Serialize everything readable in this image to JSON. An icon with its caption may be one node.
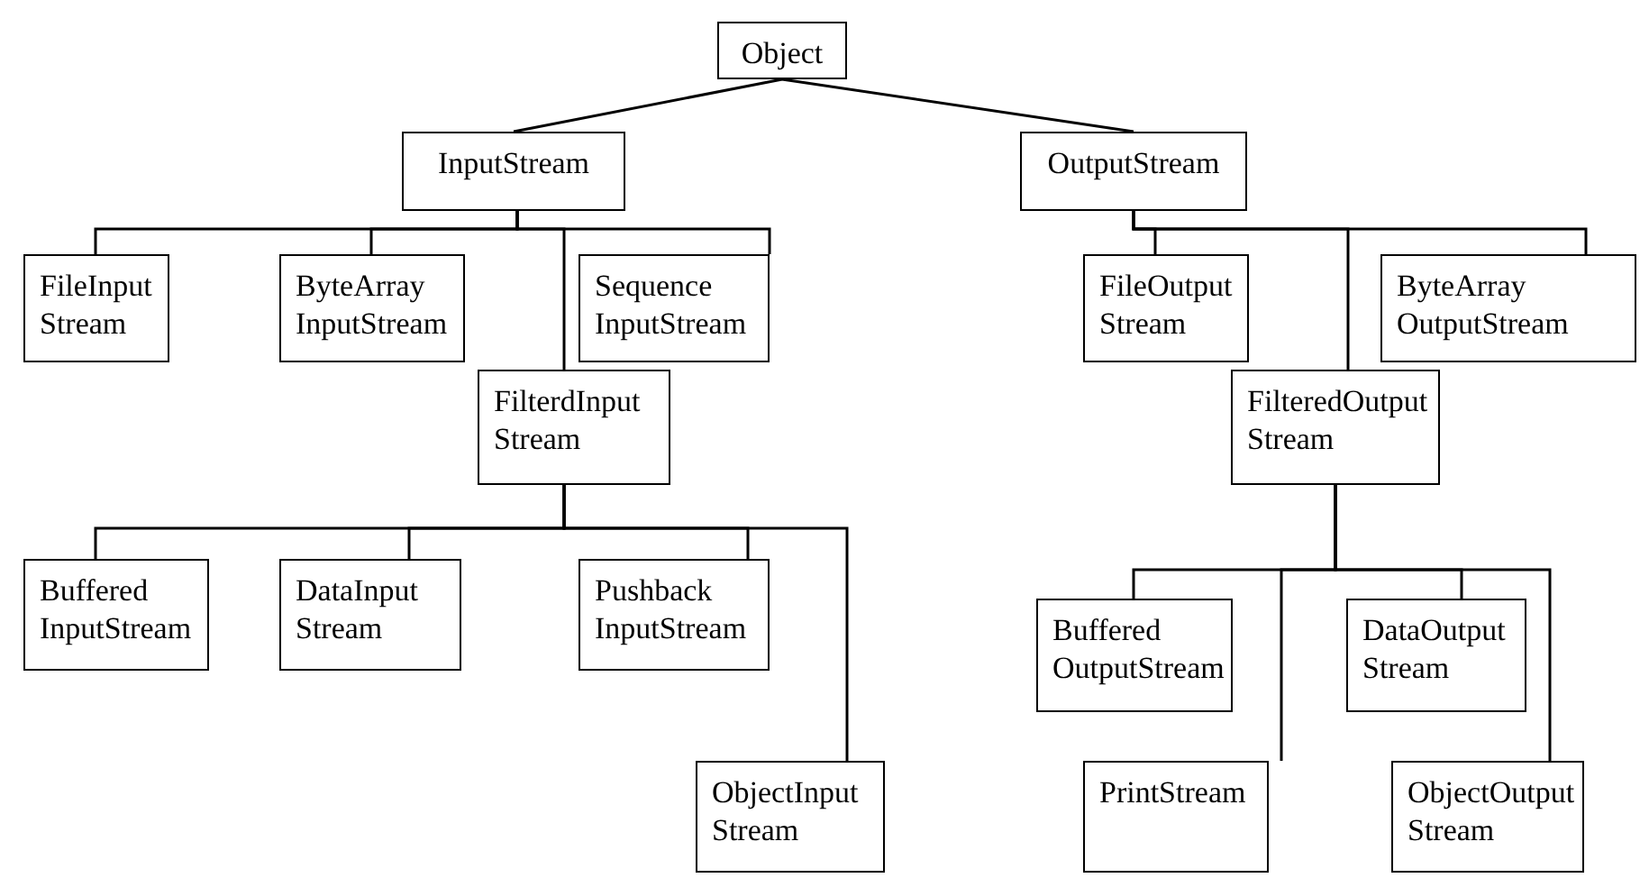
{
  "diagram": {
    "nodes": [
      {
        "text": [
          "Object"
        ]
      },
      {
        "text": [
          "InputStream"
        ]
      },
      {
        "text": [
          "OutputStream"
        ]
      },
      {
        "text": [
          "FileInput Stream"
        ]
      },
      {
        "text": [
          "ByteArray InputStream"
        ]
      },
      {
        "text": [
          "Sequence InputStream"
        ]
      },
      {
        "text": [
          "FileOutput Stream"
        ]
      },
      {
        "text": [
          "ByteArray OutputStream"
        ]
      },
      {
        "text": [
          "FilterdInput Stream"
        ]
      },
      {
        "text": [
          "FilteredOutput Stream"
        ]
      },
      {
        "text": [
          "Buffered InputStream"
        ]
      },
      {
        "text": [
          "DataInput Stream"
        ]
      },
      {
        "text": [
          "Pushback InputStream"
        ]
      },
      {
        "text": [
          "ObjectInput Stream"
        ]
      },
      {
        "text": [
          "Buffered OutputStream"
        ]
      },
      {
        "text": [
          "DataOutput Stream"
        ]
      },
      {
        "text": [
          "PrintStream"
        ]
      },
      {
        "text": [
          "ObjectOutput Stream"
        ]
      }
    ],
    "edges": [
      {
        "from": 0,
        "to": 1,
        "arrow": "none"
      },
      {
        "from": 0,
        "to": 2,
        "arrow": "none"
      },
      {
        "from": 1,
        "to": 3,
        "arrow": "none"
      },
      {
        "from": 1,
        "to": 4,
        "arrow": "none"
      },
      {
        "from": 1,
        "to": 5,
        "arrow": "none"
      },
      {
        "from": 1,
        "to": 8,
        "arrow": "none"
      },
      {
        "from": 2,
        "to": 6,
        "arrow": "none"
      },
      {
        "from": 2,
        "to": 9,
        "arrow": "none"
      },
      {
        "from": 2,
        "to": 7,
        "arrow": "none"
      },
      {
        "from": 8,
        "to": 10,
        "arrow": "none"
      },
      {
        "from": 8,
        "to": 11,
        "arrow": "none"
      },
      {
        "from": 8,
        "to": 12,
        "arrow": "none"
      },
      {
        "from": 8,
        "to": 13,
        "arrow": "none"
      },
      {
        "from": 9,
        "to": 14,
        "arrow": "none"
      },
      {
        "from": 9,
        "to": 16,
        "arrow": "none"
      },
      {
        "from": 9,
        "to": 15,
        "arrow": "none"
      },
      {
        "from": 9,
        "to": 17,
        "arrow": "none"
      }
    ]
  }
}
